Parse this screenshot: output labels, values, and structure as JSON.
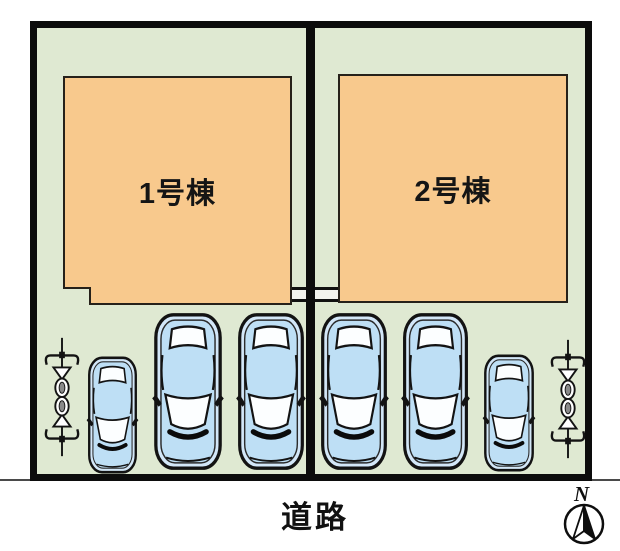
{
  "site_plan": {
    "buildings": [
      {
        "label": "1号棟"
      },
      {
        "label": "2号棟"
      }
    ],
    "road_label": "道路",
    "compass": {
      "north_label": "N"
    },
    "parking": {
      "total_cars": 6,
      "large_cars": 4,
      "small_cars": 2,
      "bicycle_rack_groups": 2,
      "bicycles_per_group": 2
    },
    "icons": {
      "car": "car-top-view-icon",
      "bicycle": "bicycle-top-view-icon",
      "compass": "north-arrow-icon"
    },
    "colors": {
      "background": "#ffffff",
      "ground": "#dfe9d2",
      "building_fill": "#f8c98d",
      "outline": "#0c0c0c",
      "car_body": "#d3e7f8",
      "car_roof": "#bedff5",
      "car_window": "#fcfeff"
    }
  }
}
